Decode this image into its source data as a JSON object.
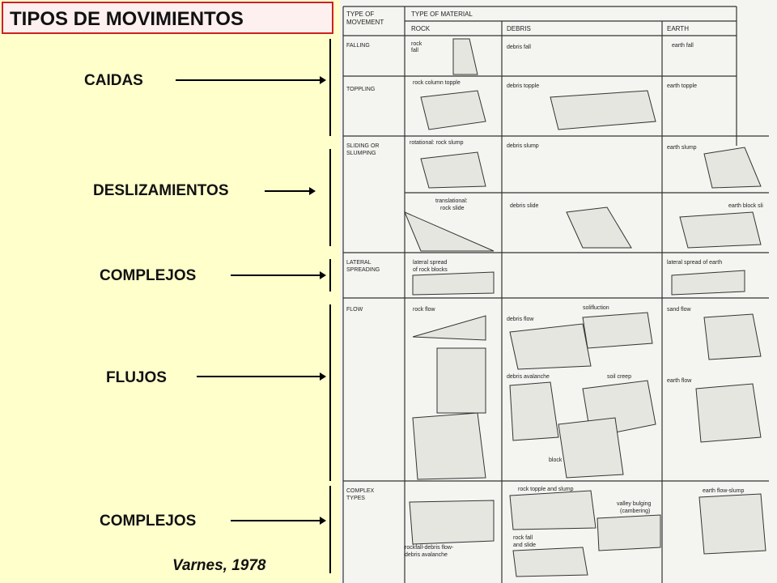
{
  "title": "TIPOS DE MOVIMIENTOS",
  "labels": {
    "caidas": "CAIDAS",
    "deslizamientos": "DESLIZAMIENTOS",
    "complejos_1": "COMPLEJOS",
    "flujos": "FLUJOS",
    "complejos_2": "COMPLEJOS"
  },
  "reference": "Varnes, 1978",
  "table": {
    "type_of_movement_1": "TYPE OF",
    "type_of_movement_2": "MOVEMENT",
    "type_of_material": "TYPE OF MATERIAL",
    "col_rock": "ROCK",
    "col_debris": "DEBRIS",
    "col_earth": "EARTH",
    "rows": {
      "falling": "FALLING",
      "toppling": "TOPPLING",
      "sliding_1": "SLIDING OR",
      "sliding_2": "SLUMPING",
      "lateral_1": "LATERAL",
      "lateral_2": "SPREADING",
      "flow": "FLOW",
      "complex_1": "COMPLEX",
      "complex_2": "TYPES"
    },
    "cells": {
      "rock_fall_1": "rock",
      "rock_fall_2": "fall",
      "debris_fall": "debris fall",
      "earth_fall": "earth fall",
      "rock_column_topple": "rock column topple",
      "debris_topple": "debris topple",
      "earth_topple": "earth topple",
      "rock_slump": "rotational: rock slump",
      "debris_slump": "debris slump",
      "earth_slump": "earth slump",
      "translational_1": "translational:",
      "translational_2": "rock slide",
      "debris_slide": "debris slide",
      "earth_block_slide": "earth block sli",
      "lateral_rock_1": "lateral spread",
      "lateral_rock_2": "of rock blocks",
      "lateral_earth": "lateral spread of earth",
      "rock_flow": "rock flow",
      "debris_flow": "debris flow",
      "solifluction": "solifluction",
      "sand_flow": "sand flow",
      "debris_avalanche": "debris avalanche",
      "soil_creep": "soil creep",
      "earth_flow": "earth flow",
      "block_flow": "block flow",
      "rock_topple_slump": "rock topple and slump",
      "valley_bulging_1": "valley bulging",
      "valley_bulging_2": "(cambering)",
      "earth_flow_slump": "earth flow-slump",
      "rockfall_1": "rockfall-debris flow-",
      "rockfall_2": "debris avalanche",
      "rock_fall_slide_1": "rock fall",
      "rock_fall_slide_2": "and slide"
    }
  }
}
